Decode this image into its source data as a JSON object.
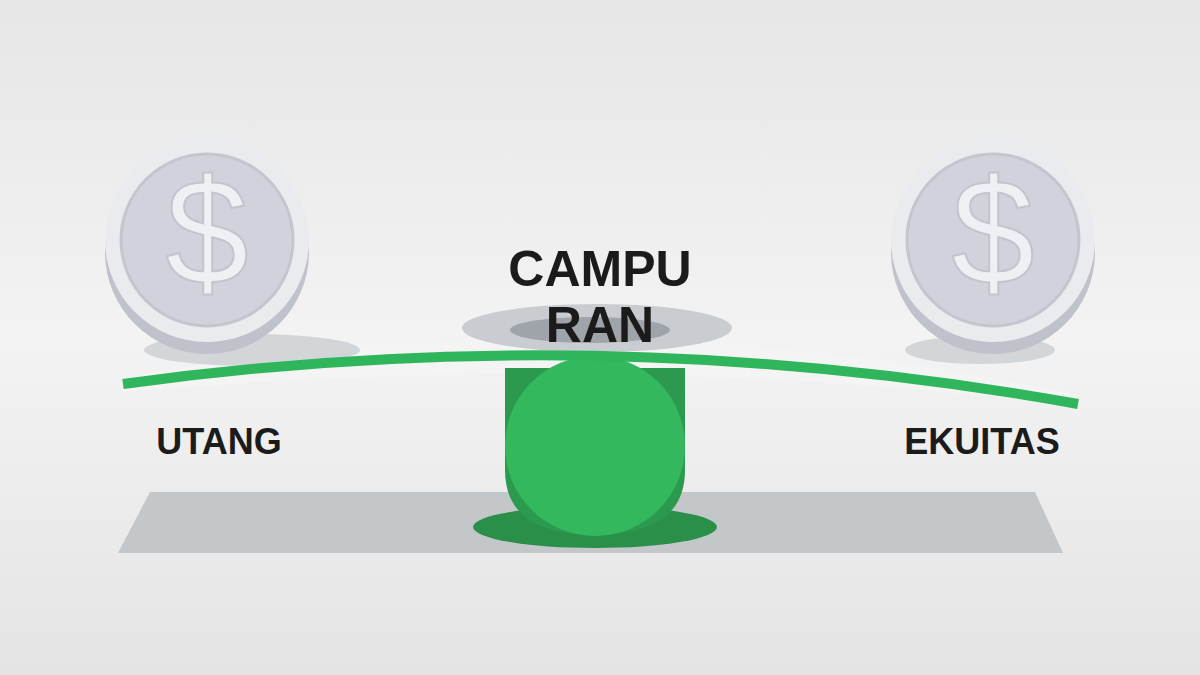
{
  "diagram": {
    "labels": [
      "CAMPU RAN",
      "UTANG",
      "EKUITAS",
      "$",
      "$"
    ]
  }
}
